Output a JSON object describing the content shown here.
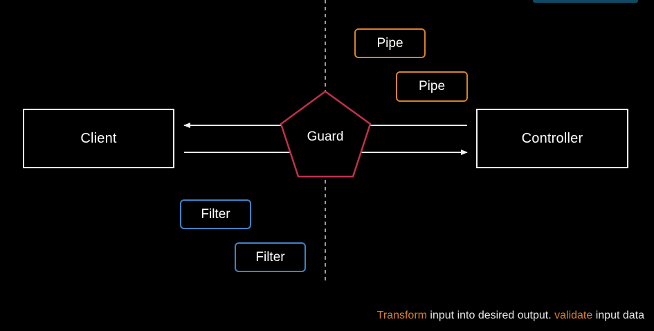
{
  "nodes": {
    "client": "Client",
    "controller": "Controller",
    "guard": "Guard",
    "pipe_1": "Pipe",
    "pipe_2": "Pipe",
    "filter_1": "Filter",
    "filter_2": "Filter"
  },
  "caption": {
    "highlight_1": "Transform",
    "text_1": " input into desired output. ",
    "highlight_2": "validate",
    "text_2": " input data"
  },
  "colors": {
    "background": "#000000",
    "line": "#f2f2f2",
    "guard": "#c0314a",
    "pipe": "#d9822b",
    "filter": "#3d85c6",
    "highlight": "#d9822b"
  }
}
